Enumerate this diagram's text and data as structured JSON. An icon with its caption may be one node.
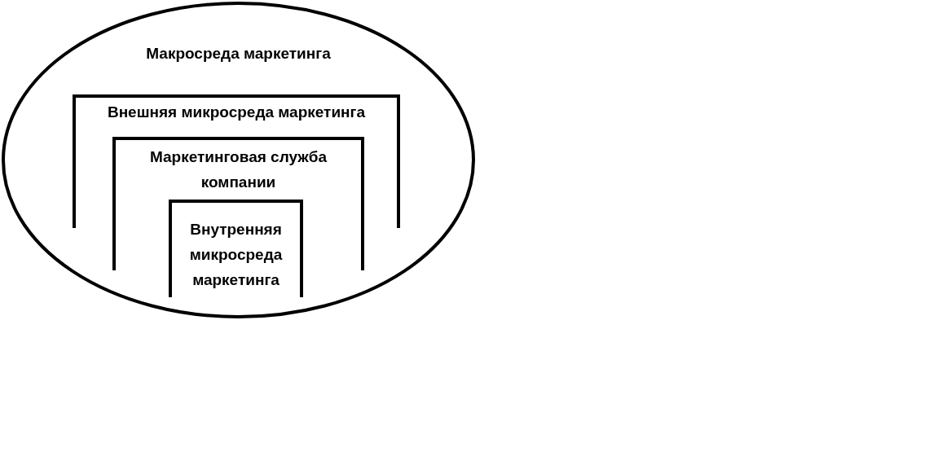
{
  "diagram": {
    "nodes": [
      {
        "text": [
          "Макросреда маркетинга"
        ]
      },
      {
        "text": [
          "Внешняя микросреда маркетинга"
        ],
        "in": 0
      },
      {
        "text": [
          "Маркетинговая служба компании"
        ],
        "in": 0
      },
      {
        "text": [
          "Внутренняя микросреда маркетинга"
        ],
        "in": 0
      }
    ]
  }
}
